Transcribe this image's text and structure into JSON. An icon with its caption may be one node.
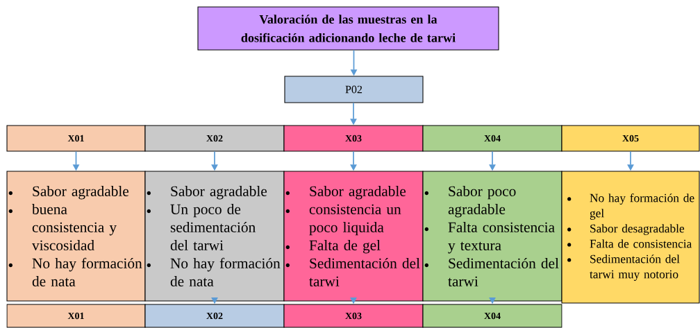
{
  "diagram": {
    "nodes": [
      {
        "text": [
          "Valoración de las muestras en la dosificación adicionando leche de tarwi"
        ]
      },
      {
        "text": [
          "P02"
        ]
      },
      {
        "text": [
          "X01"
        ]
      },
      {
        "text": [
          "X02"
        ]
      },
      {
        "text": [
          "X03"
        ]
      },
      {
        "text": [
          "X04"
        ]
      },
      {
        "text": [
          "X05"
        ]
      },
      {
        "text": [
          "Sabor agradable",
          "buena consistencia y viscosidad",
          "No hay formación de nata"
        ]
      },
      {
        "text": [
          "Sabor agradable",
          "Un poco de sedimentación del tarwi",
          "No hay formación de nata"
        ]
      },
      {
        "text": [
          "Sabor agradable",
          "consistencia un poco liquida",
          "Falta de gel",
          "Sedimentación del tarwi"
        ]
      },
      {
        "text": [
          "Sabor poco agradable",
          "Falta consistencia y textura",
          "Sedimentación del tarwi"
        ]
      },
      {
        "text": [
          "No hay formación de gel",
          "Sabor desagradable",
          "Falta de consistencia",
          "Sedimentación del tarwi muy notorio"
        ]
      },
      {
        "text": [
          "X01"
        ]
      },
      {
        "text": [
          "X02"
        ]
      },
      {
        "text": [
          "X03"
        ]
      },
      {
        "text": [
          "X04"
        ]
      }
    ],
    "edges": [
      {
        "from": 0,
        "to": 1,
        "arrow": "to"
      },
      {
        "from": 1,
        "to": 4,
        "arrow": "to"
      },
      {
        "from": 2,
        "to": 7,
        "arrow": "to"
      },
      {
        "from": 3,
        "to": 8,
        "arrow": "to"
      },
      {
        "from": 4,
        "to": 9,
        "arrow": "to"
      },
      {
        "from": 5,
        "to": 10,
        "arrow": "to"
      },
      {
        "from": 6,
        "to": 11,
        "arrow": "to"
      },
      {
        "from": 8,
        "to": 13,
        "arrow": "to"
      },
      {
        "from": 9,
        "to": 14,
        "arrow": "to"
      },
      {
        "from": 10,
        "to": 15,
        "arrow": "to"
      }
    ]
  }
}
